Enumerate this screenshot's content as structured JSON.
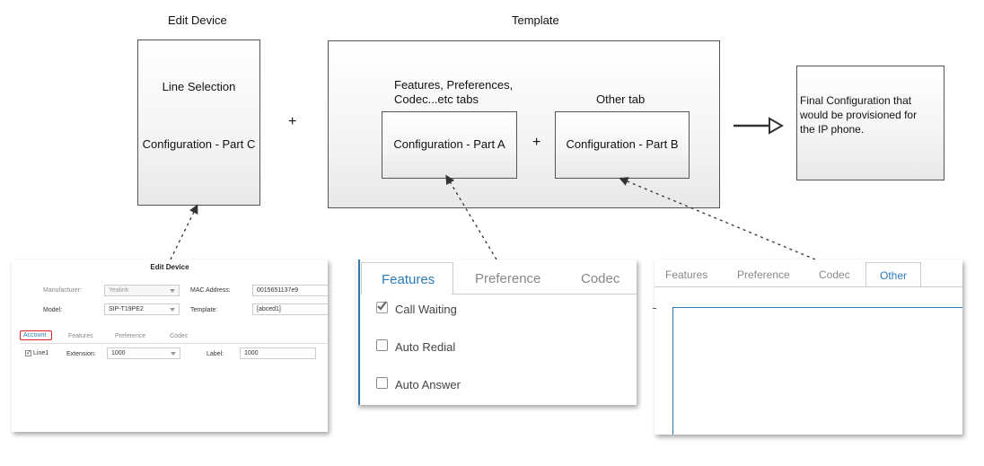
{
  "diagram": {
    "edit_device": {
      "title": "Edit Device",
      "box_line1": "Line Selection",
      "box_line2": "Configuration - Part C"
    },
    "plus_1": "+",
    "template": {
      "title": "Template",
      "features_caption_line1": "Features, Preferences,",
      "features_caption_line2": "Codec...etc tabs",
      "other_caption": "Other tab",
      "part_a": "Configuration - Part A",
      "plus_inner": "+",
      "part_b": "Configuration - Part B"
    },
    "final": {
      "line1": "Final Configuration that",
      "line2": "would be provisioned for",
      "line3": "the IP phone."
    }
  },
  "edit_device_screenshot": {
    "title": "Edit Device",
    "manufacturer_label": "Manufacturer:",
    "manufacturer_value": "Yealink",
    "mac_label": "MAC Address:",
    "mac_value": "0015651137e9",
    "model_label": "Model:",
    "model_value": "SIP-T19PE2",
    "template_label": "Template:",
    "template_value": "[abced1]",
    "tabs": [
      "Account",
      "Features",
      "Preference",
      "Codec"
    ],
    "active_tab": "Account",
    "line_label": "Line1",
    "extension_label": "Extension:",
    "extension_value": "1000",
    "label_label": "Label:",
    "label_value": "1000"
  },
  "features_screenshot": {
    "tabs": [
      "Features",
      "Preference",
      "Codec"
    ],
    "active_tab": "Features",
    "options": [
      {
        "label": "Call Waiting",
        "checked": true
      },
      {
        "label": "Auto Redial",
        "checked": false
      },
      {
        "label": "Auto Answer",
        "checked": false
      }
    ],
    "accent_color": "#2b7bb9"
  },
  "other_screenshot": {
    "tabs": [
      "Features",
      "Preference",
      "Codec",
      "Other"
    ],
    "active_tab": "Other",
    "accent_color": "#2b7bb9"
  }
}
